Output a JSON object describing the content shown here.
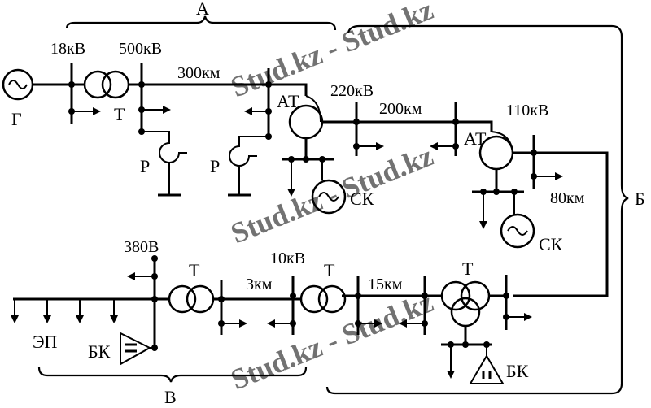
{
  "labels": {
    "brace_a": "А",
    "brace_b": "Б",
    "brace_v": "В",
    "v18": "18кВ",
    "v500": "500кВ",
    "len300": "300км",
    "gen": "Г",
    "t1": "Т",
    "at1": "АТ",
    "v220": "220кВ",
    "len200": "200км",
    "reactor1": "Р",
    "reactor2": "Р",
    "sk1": "СК",
    "at2": "АТ",
    "v110": "110кВ",
    "len80": "80км",
    "sk2": "СК",
    "v380": "380В",
    "t_lv": "Т",
    "len3": "3км",
    "v10": "10кВ",
    "t_mv": "Т",
    "len15": "15км",
    "t3w": "Т",
    "ep": "ЭП",
    "bk1": "БК",
    "bk2": "БК"
  },
  "watermark": "Stud.kz - Stud.kz"
}
